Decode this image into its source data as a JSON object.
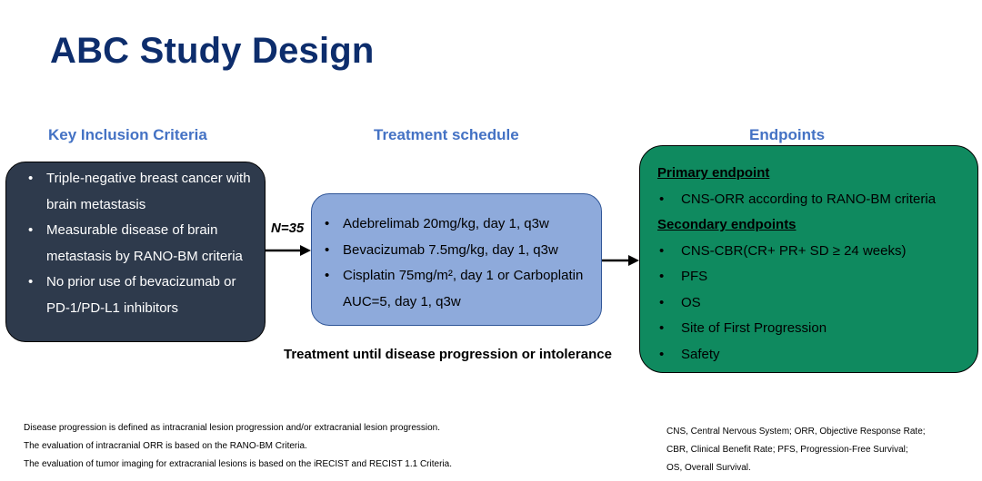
{
  "title": "ABC Study Design",
  "columns": {
    "inclusion_heading": "Key Inclusion Criteria",
    "treatment_heading": "Treatment schedule",
    "endpoints_heading": "Endpoints"
  },
  "inclusion_criteria": [
    "Triple-negative breast cancer with brain metastasis",
    "Measurable disease of brain metastasis by RANO-BM criteria",
    "No prior use of bevacizumab or PD-1/PD-L1 inhibitors"
  ],
  "sample_size": "N=35",
  "treatment_schedule": [
    "Adebrelimab 20mg/kg, day 1, q3w",
    "Bevacizumab 7.5mg/kg, day 1, q3w",
    "Cisplatin 75mg/m², day 1 or Carboplatin AUC=5, day 1, q3w"
  ],
  "treatment_note": "Treatment until disease progression or intolerance",
  "endpoints": {
    "primary_heading": "Primary endpoint",
    "primary": [
      "CNS-ORR according to RANO-BM criteria"
    ],
    "secondary_heading": "Secondary endpoints",
    "secondary": [
      "CNS-CBR(CR+ PR+ SD ≥ 24 weeks)",
      "PFS",
      "OS",
      "Site of First Progression",
      "Safety"
    ]
  },
  "footnotes_left": [
    "Disease progression is defined as intracranial lesion progression  and/or extracranial lesion progression.",
    "The evaluation of intracranial ORR is based on the RANO-BM Criteria.",
    "The evaluation of tumor imaging for extracranial lesions is based on the iRECIST and RECIST 1.1 Criteria."
  ],
  "footnotes_right": [
    "CNS, Central Nervous System;  ORR, Objective Response Rate;",
    "CBR, Clinical Benefit Rate; PFS, Progression-Free Survival;",
    "OS, Overall Survival."
  ],
  "colors": {
    "title": "#0d2d6c",
    "heading": "#4472c4",
    "inclusion_box": "#2e3a4c",
    "treatment_box": "#8eaadb",
    "endpoints_box": "#0f8a5f"
  }
}
